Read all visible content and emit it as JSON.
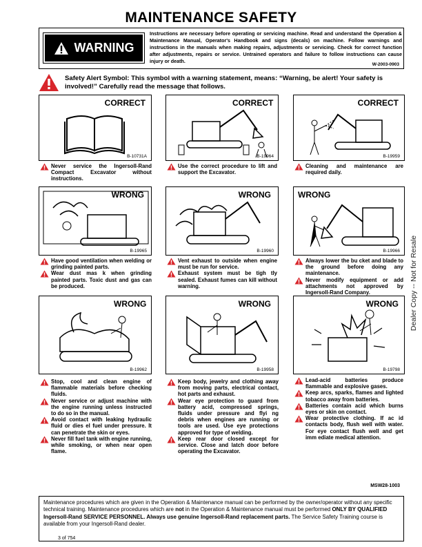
{
  "title": "MAINTENANCE SAFETY",
  "warning": {
    "badge_label": "WARNING",
    "text": "Instructions are necessary before operating or servicing machine. Read and understand the Operation & Maintenance Manual, Operator's Handbook and signs (decals) on machine. Follow warnings and instructions in the manuals when making repairs, adjustments or servicing. Check for correct function after adjustments, repairs or service. Untrained operators and failure to follow instructions can cause injury or death.",
    "code": "W-2003-0903"
  },
  "safety_alert": "Safety Alert Symbol: This symbol with a warning statement, means: “Warning, be alert! Your safety is involved!” Carefully read the message that follows.",
  "panels": [
    {
      "label": "CORRECT",
      "code": "B-10731A"
    },
    {
      "label": "CORRECT",
      "code": "B-19964"
    },
    {
      "label": "CORRECT",
      "code": "B-19959"
    },
    {
      "label": "WRONG",
      "code": "B-19965"
    },
    {
      "label": "WRONG",
      "code": "B-19960"
    },
    {
      "label": "WRONG",
      "code": "B-19966"
    },
    {
      "label": "WRONG",
      "code": "B-19962"
    },
    {
      "label": "WRONG",
      "code": "B-19958"
    },
    {
      "label": "WRONG",
      "code": "B-19798"
    }
  ],
  "captions": [
    [
      "Never service the Ingersoll-Rand Compact Excavator without instructions."
    ],
    [
      "Use the correct procedure to lift and support the Excavator."
    ],
    [
      "Cleaning and maintenance are required daily."
    ],
    [
      "Have good ventilation when welding or grinding painted parts.",
      "Wear dust mas k when grinding painted parts. Toxic dust and gas can be produced."
    ],
    [
      "Vent exhaust to outside when engine must be run for service.",
      "Exhaust system must be tigh tly sealed. Exhaust fumes can kill without warning."
    ],
    [
      "Always lower the bu cket and blade to the ground before doing any maintenance.",
      "Never modify equipment or add attachments not approved by Ingersoll-Rand Company."
    ],
    [
      "Stop, cool and clean engine of flammable materials before checking fluids.",
      "Never service or adjust machine with the engine running unless instructed to do so in the manual.",
      "Avoid contact with leaking hydraulic fluid or dies el fuel under pressure. It can penetrate the skin or eyes.",
      "Never fill fuel tank with engine running, while smoking, or when near open flame."
    ],
    [
      "Keep body, jewelry and clothing away from moving parts, electrical contact, hot parts and exhaust.",
      "Keep rear door closed except for service. Close and latch door before operating the Excavator."
    ],
    [
      "Lead-acid batteries produce flammable and explosive gases.",
      "Keep arcs, sparks, flames and lighted tobacco away from batteries.",
      "Batteries contain acid which burns eyes or skin on contact.",
      "Wear protective clothing. If ac id contacts body, flush well with water. For eye contact flush well and get imm ediate medical attention."
    ]
  ],
  "wear_eye": "Wear eye protection to guard from battery acid, compressed springs, fluids under pressure and flyi ng debris when engines are running or tools are used. Use eye protections approved for type of welding.",
  "msw_code": "MSW28-1003",
  "bottom": {
    "part1": "Maintenance procedures which are given in the Operation & Maintenance manual can be performed by the owner/operator without any specific technical training. Maintenance procedures which are ",
    "not": "not",
    "part2": " in the Operation & Maintenance manual must be performed ",
    "bold": "ONLY BY QUALIFIED Ingersoll-Rand SERVICE PERSONNEL. Always use genuine Ingersoll-Rand replacement parts.",
    "part3": " The Service Safety Training course is available from your Ingersoll-Rand dealer."
  },
  "side_text": "Dealer Copy -- Not for Resale",
  "page_number": "3 of 754",
  "colors": {
    "alert_red": "#d8262b",
    "ink": "#000000"
  },
  "icons": [
    "warning-triangle-icon",
    "safety-alert-icon"
  ]
}
